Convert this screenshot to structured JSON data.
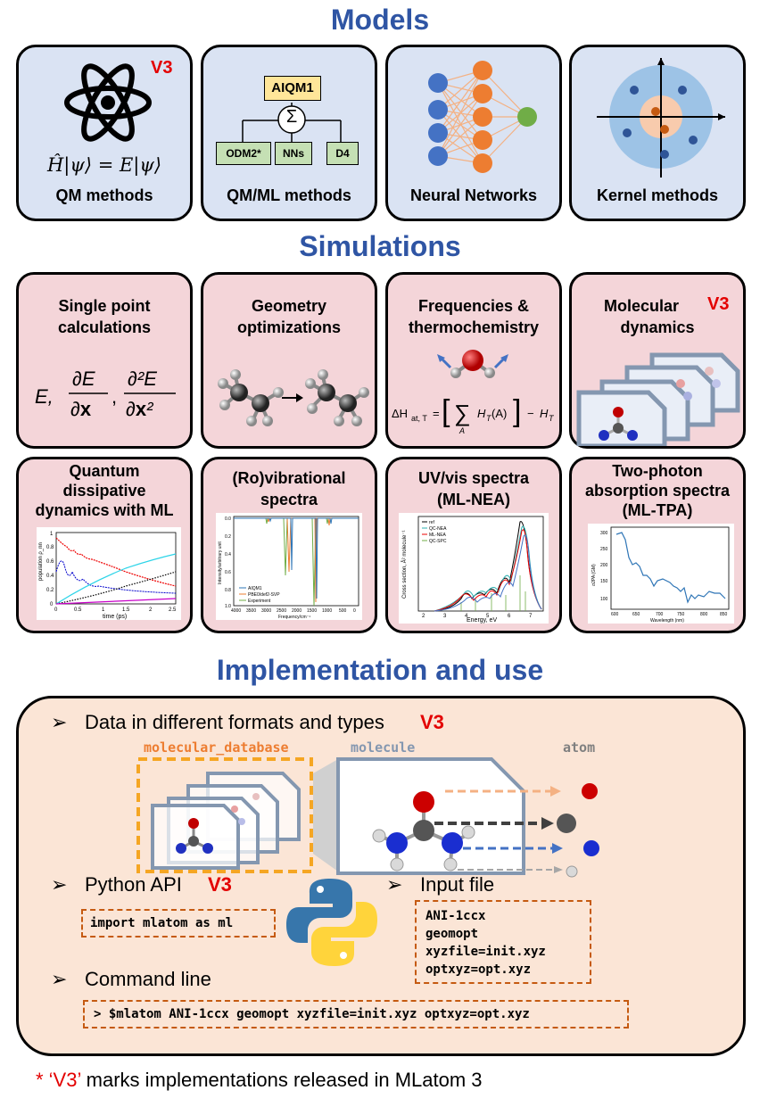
{
  "sections": {
    "models": "Models",
    "simulations": "Simulations",
    "implementation": "Implementation and use"
  },
  "v3": "V3",
  "models": {
    "qm": {
      "label": "QM methods",
      "equation": "Ĥ|ψ⟩ = E|ψ⟩"
    },
    "qmml": {
      "label": "QM/ML methods",
      "top": "AIQM1",
      "sum": "Σ",
      "boxes": [
        "ODM2*",
        "NNs",
        "D4"
      ]
    },
    "nn": {
      "label": "Neural Networks"
    },
    "kernel": {
      "label": "Kernel methods"
    }
  },
  "simulations": {
    "single_point": {
      "title1": "Single point",
      "title2": "calculations",
      "formula": "E,  ∂E/∂x,  ∂²E/∂x²"
    },
    "geometry": {
      "title1": "Geometry",
      "title2": "optimizations"
    },
    "frequencies": {
      "title1": "Frequencies &",
      "title2": "thermochemistry",
      "formula": "ΔH_at,T = [Σ_A H_T(A)] − H_T"
    },
    "md": {
      "title1": "Molecular",
      "title2": "dynamics"
    },
    "qdd": {
      "title1": "Quantum",
      "title2": "dissipative",
      "title3": "dynamics with ML",
      "ylabel": "population ρ_nn",
      "xlabel": "time (ps)",
      "xticks": [
        "0",
        "0.5",
        "1",
        "1.5",
        "2",
        "2.5"
      ],
      "yticks": [
        "0",
        "0.2",
        "0.4",
        "0.6",
        "0.8",
        "1"
      ]
    },
    "rovib": {
      "title1": "(Ro)vibrational",
      "title2": "spectra",
      "legend": [
        "AIQM1",
        "PBE0/def2-SVP",
        "Experiment"
      ],
      "ylabel": "Intensity/arbitrary unit",
      "xlabel": "Frequency/cm⁻¹",
      "xticks": [
        "4000",
        "3500",
        "3000",
        "2500",
        "2000",
        "1500",
        "1000",
        "500",
        "0"
      ],
      "yticks": [
        "0.0",
        "0.2",
        "0.4",
        "0.6",
        "0.8",
        "1.0"
      ]
    },
    "uvvis": {
      "title1": "UV/vis spectra",
      "title2": "(ML-NEA)",
      "legend": [
        "ref",
        "QC-NEA",
        "ML-NEA",
        "QC-SPC"
      ],
      "ylabel": "Cross section, Å² molecule⁻¹",
      "xlabel": "Energy, eV",
      "xticks": [
        "2",
        "3",
        "4",
        "5",
        "6",
        "7"
      ]
    },
    "tpa": {
      "title1": "Two-photon",
      "title2": "absorption spectra",
      "title3": "(ML-TPA)",
      "ylabel": "σ2PA (GM)",
      "xlabel": "Wavelength (nm)",
      "xticks": [
        "600",
        "650",
        "700",
        "750",
        "800",
        "850"
      ],
      "yticks": [
        "100",
        "150",
        "200",
        "250",
        "300"
      ]
    }
  },
  "implementation": {
    "data_title": "Data in different formats and types",
    "labels": {
      "molecular_database": "molecular_database",
      "molecule": "molecule",
      "atom": "atom"
    },
    "python_api": "Python API",
    "python_code": "import mlatom as ml",
    "input_file": "Input file",
    "input_lines": [
      "ANI-1ccx",
      "geomopt",
      "xyzfile=init.xyz",
      "optxyz=opt.xyz"
    ],
    "command_line": "Command line",
    "command": "> $mlatom ANI-1ccx geomopt xyzfile=init.xyz optxyz=opt.xyz",
    "bullet": "➢"
  },
  "footnote": {
    "star": "* ‘V3’",
    "text": " marks implementations released in MLatom 3"
  },
  "colors": {
    "title_blue": "#2f55a4",
    "v3_red": "#e30000",
    "model_bg": "#dae3f3",
    "sim_bg": "#f4d5d9",
    "impl_bg": "#fbe5d6",
    "orange": "#ed7d31"
  }
}
